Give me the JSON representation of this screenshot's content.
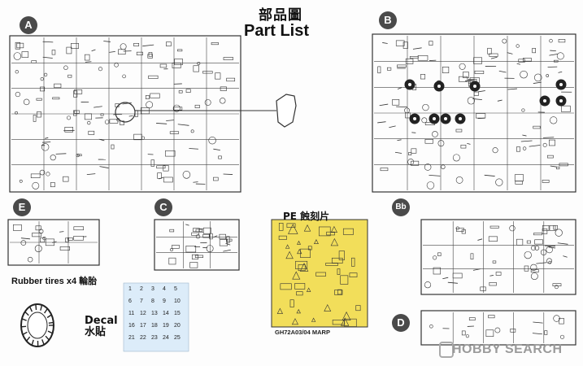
{
  "header": {
    "title_cn": "部品圖",
    "title_en": "Part List"
  },
  "sprues": {
    "a": "A",
    "b": "B",
    "c": "C",
    "d": "D",
    "e": "E",
    "bb": "Bb"
  },
  "labels": {
    "pe": "PE 蝕刻片",
    "pe_code": "GH72A03/04 MARP",
    "tires": "Rubber tires x4 輪胎",
    "decal_en": "Decal",
    "decal_cn": "水貼"
  },
  "decal_numbers": [
    "1",
    "2",
    "3",
    "4",
    "5",
    "6",
    "7",
    "8",
    "9",
    "10",
    "11",
    "12",
    "13",
    "14",
    "15",
    "16",
    "17",
    "18",
    "19",
    "20",
    "21",
    "22",
    "23",
    "24",
    "25"
  ],
  "watermark": "HOBBY SEARCH",
  "colors": {
    "line": "#333333",
    "pe_fill": "#f2de5a",
    "decal_bg": "#dcecf9",
    "badge": "#4a4a4a",
    "watermark": "#9a9a9a"
  }
}
